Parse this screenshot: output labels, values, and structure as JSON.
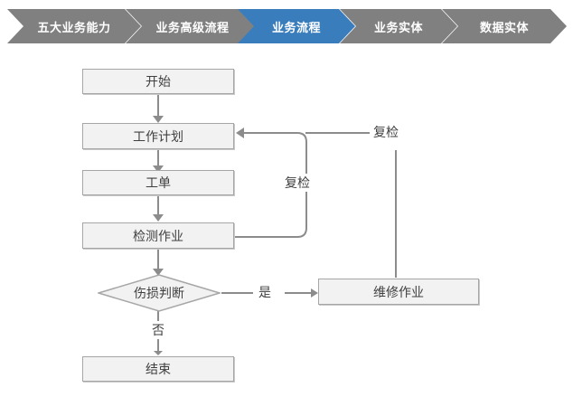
{
  "breadcrumb": {
    "active_color": "#3a7dbd",
    "inactive_color": "#808080",
    "items": [
      {
        "label": "五大业务能力",
        "active": false
      },
      {
        "label": "业务高级流程",
        "active": false
      },
      {
        "label": "业务流程",
        "active": true
      },
      {
        "label": "业务实体",
        "active": false
      },
      {
        "label": "数据实体",
        "active": false
      }
    ]
  },
  "flowchart": {
    "node_fill": "#f2f2f2",
    "node_border": "#a6a6a6",
    "edge_color": "#8c8c8c",
    "text_color": "#404040",
    "nodes": [
      {
        "id": "start",
        "label": "开始",
        "shape": "rect"
      },
      {
        "id": "work_plan",
        "label": "工作计划",
        "shape": "rect"
      },
      {
        "id": "work_order",
        "label": "工单",
        "shape": "rect"
      },
      {
        "id": "inspection",
        "label": "检测作业",
        "shape": "rect"
      },
      {
        "id": "damage",
        "label": "伤损判断",
        "shape": "diamond"
      },
      {
        "id": "repair",
        "label": "维修作业",
        "shape": "rect"
      },
      {
        "id": "end",
        "label": "结束",
        "shape": "rect"
      }
    ],
    "edge_labels": {
      "recheck_inner": "复检",
      "recheck_outer": "复检",
      "yes": "是",
      "no": "否"
    }
  }
}
